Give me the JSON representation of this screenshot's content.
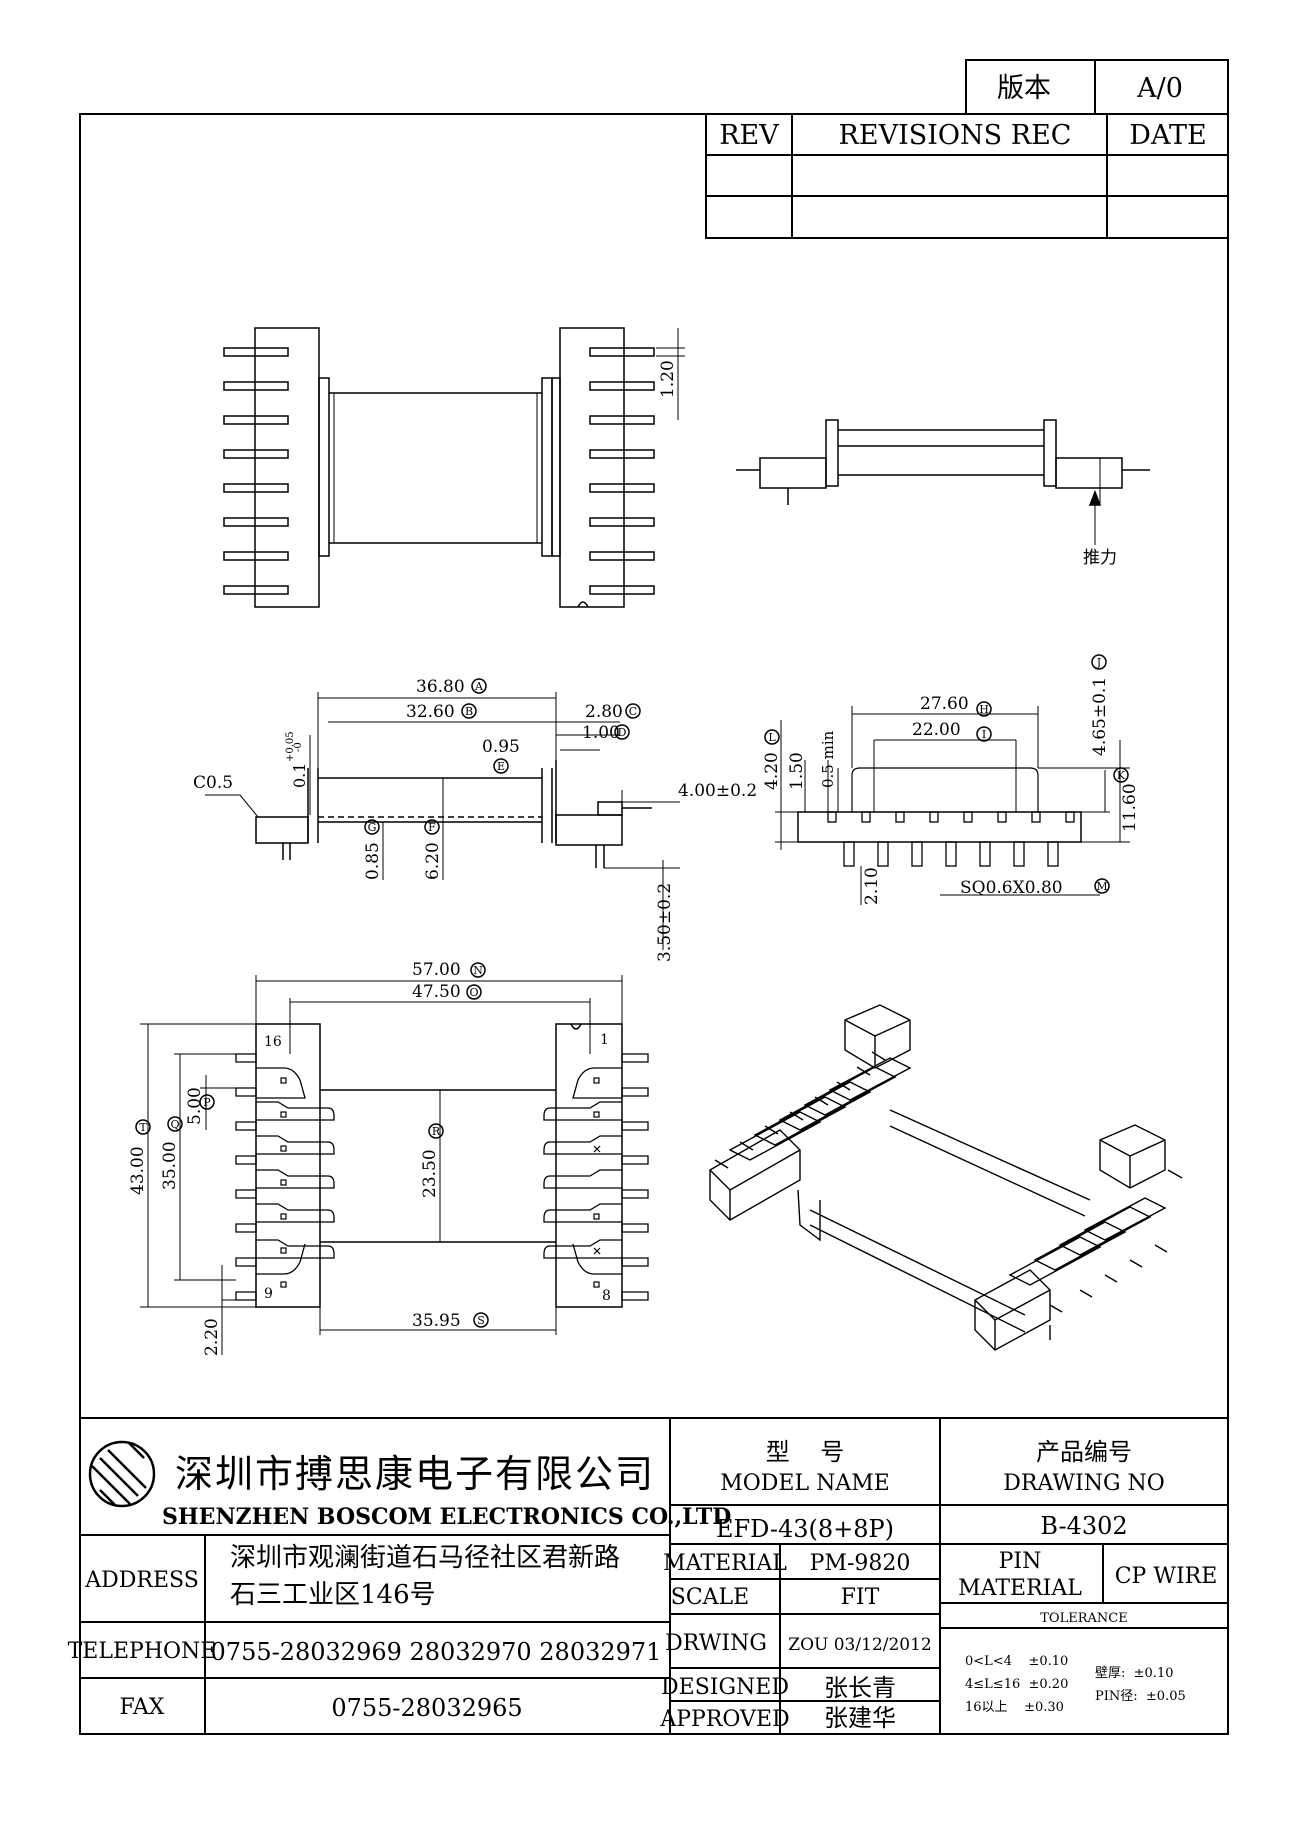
{
  "version_block": {
    "label": "版本",
    "value": "A/0"
  },
  "revision_table": {
    "headers": [
      "REV",
      "REVISIONS REC",
      "DATE"
    ],
    "rows": [
      [
        "",
        "",
        ""
      ],
      [
        "",
        "",
        ""
      ]
    ]
  },
  "side_view": {
    "force_label": "推力"
  },
  "front_view": {
    "chamfer": "C0.5",
    "dims": {
      "A": "36.80",
      "B": "32.60",
      "C": "2.80",
      "D": "1.00",
      "E": "0.95",
      "flange_tol": "0.1",
      "flange_tol_plus": "+0.05",
      "flange_tol_minus": "-0",
      "G": "0.85",
      "F": "6.20",
      "pin_len": "4.00±0.2",
      "pin_drop": "3.50±0.2"
    },
    "markers": {
      "A": "A",
      "B": "B",
      "C": "C",
      "D": "D",
      "E": "E",
      "F": "F",
      "G": "G"
    }
  },
  "end_view": {
    "dims": {
      "H": "27.60",
      "I": "22.00",
      "J": "4.65±0.1",
      "K": "11.60",
      "L": "4.20",
      "gap": "1.50",
      "min_gap": "0.5 min",
      "pin_h": "2.10",
      "M": "SQ0.6X0.80"
    },
    "markers": {
      "H": "H",
      "I": "I",
      "J": "J",
      "K": "K",
      "L": "L",
      "M": "M"
    }
  },
  "bottom_view": {
    "dims": {
      "N": "57.00",
      "O": "47.50",
      "T": "43.00",
      "Q": "35.00",
      "P": "5.00",
      "R": "23.50",
      "S": "35.95",
      "pin_off": "2.20"
    },
    "markers": {
      "N": "N",
      "O": "O",
      "T": "T",
      "Q": "Q",
      "P": "P",
      "R": "R",
      "S": "S"
    },
    "pin_numbers": {
      "p16": "16",
      "p1": "1",
      "p9": "9",
      "p8": "8"
    }
  },
  "title_block": {
    "company_cn": "深圳市搏思康电子有限公司",
    "company_en": "SHENZHEN BOSCOM ELECTRONICS CO.,LTD",
    "model_cn": "型    号",
    "model_en": "MODEL NAME",
    "model_value": "EFD-43(8+8P)",
    "drawing_cn": "产品编号",
    "drawing_en": "DRAWING NO",
    "drawing_value": "B-4302",
    "address_label": "ADDRESS",
    "address_line1": "深圳市观澜街道石马径社区君新路",
    "address_line2": "石三工业区146号",
    "telephone_label": "TELEPHONE",
    "telephone_value": "0755-28032969 28032970 28032971",
    "fax_label": "FAX",
    "fax_value": "0755-28032965",
    "material_label": "MATERIAL",
    "material_value": "PM-9820",
    "pin_material_label1": "PIN",
    "pin_material_label2": "MATERIAL",
    "pin_material_value": "CP WIRE",
    "scale_label": "SCALE",
    "scale_value": "FIT",
    "tolerance_label": "TOLERANCE",
    "drwing_label": "DRWING",
    "drwing_value": "ZOU 03/12/2012",
    "designed_label": "DESIGNED",
    "designed_value": "张长青",
    "approved_label": "APPROVED",
    "approved_value": "张建华",
    "tol_1": "0<L<4    ±0.10",
    "tol_2": "4≤L≤16  ±0.20",
    "tol_3": "16以上    ±0.30",
    "tol_wall": "壁厚:  ±0.10",
    "tol_pin": "PIN径:  ±0.05"
  }
}
